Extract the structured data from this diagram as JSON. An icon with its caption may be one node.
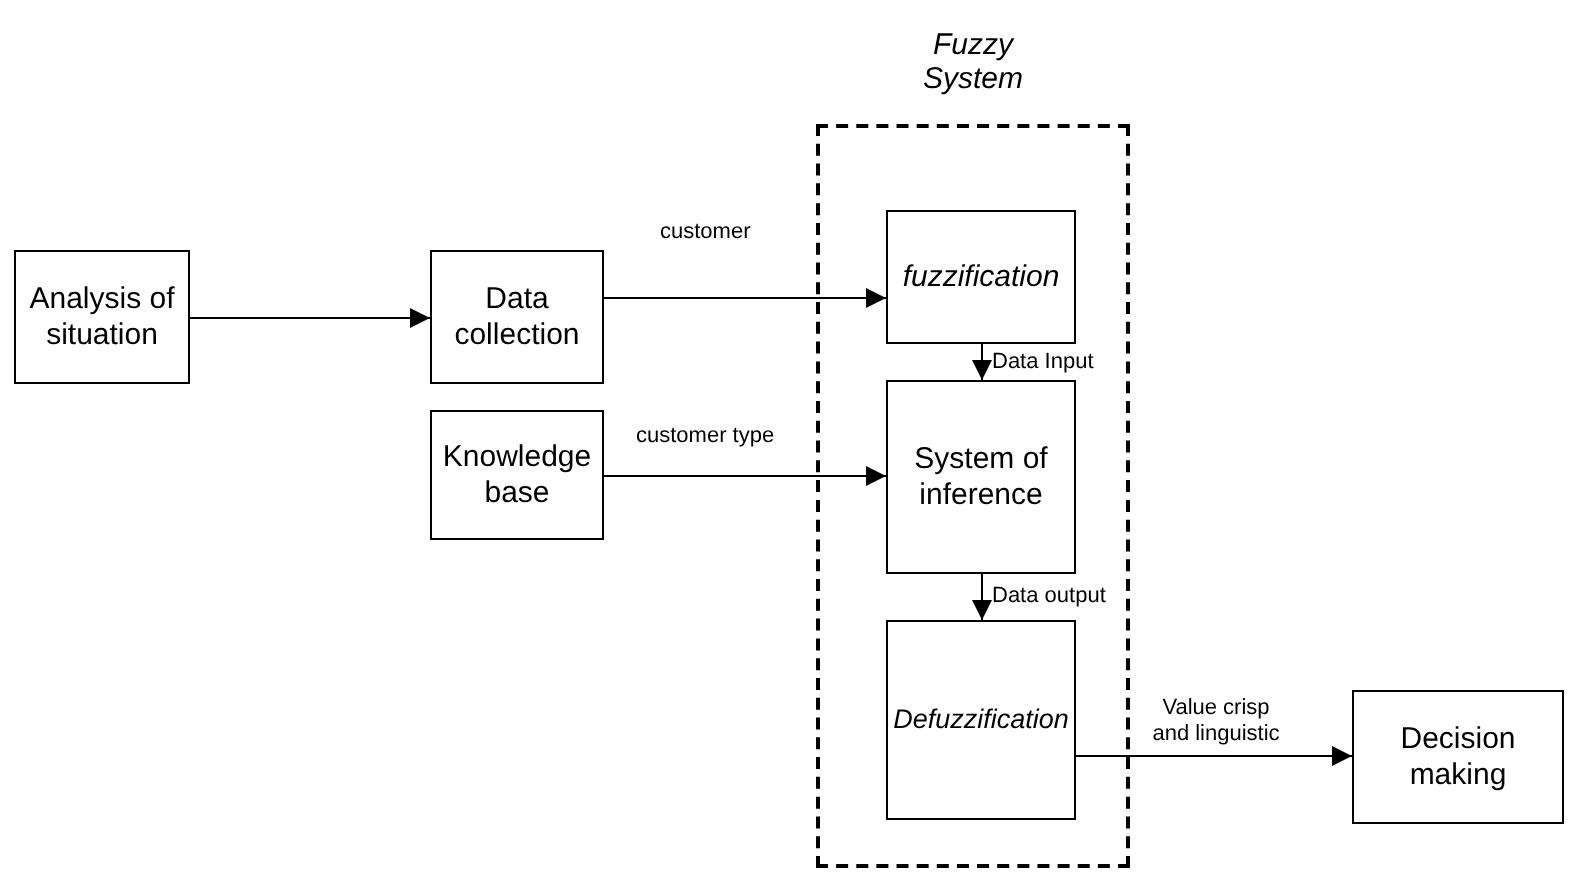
{
  "diagram": {
    "nodes": [
      {
        "text": [
          "Analysis of situation"
        ]
      },
      {
        "text": [
          "Data collection"
        ]
      },
      {
        "text": [
          "Fuzzy System"
        ]
      },
      {
        "text": [
          "fuzzification"
        ],
        "in": 2
      },
      {
        "text": [
          "Knowledge base"
        ]
      },
      {
        "text": [
          "System of inference"
        ],
        "in": 2
      },
      {
        "text": [
          "Defuzzification"
        ],
        "in": 2
      },
      {
        "text": [
          "Decision making"
        ]
      }
    ],
    "edges": [
      {
        "from": 0,
        "to": 1,
        "arrow": "to"
      },
      {
        "from": 1,
        "to": 3,
        "arrow": "to",
        "label": "customer"
      },
      {
        "from": 3,
        "to": 5,
        "arrow": "to",
        "label": "Data Input"
      },
      {
        "from": 4,
        "to": 5,
        "arrow": "to",
        "label": "customer type"
      },
      {
        "from": 5,
        "to": 6,
        "arrow": "to",
        "label": "Data output"
      },
      {
        "from": 6,
        "to": 7,
        "arrow": "to",
        "label": "Value crisp and linguistic"
      }
    ]
  }
}
